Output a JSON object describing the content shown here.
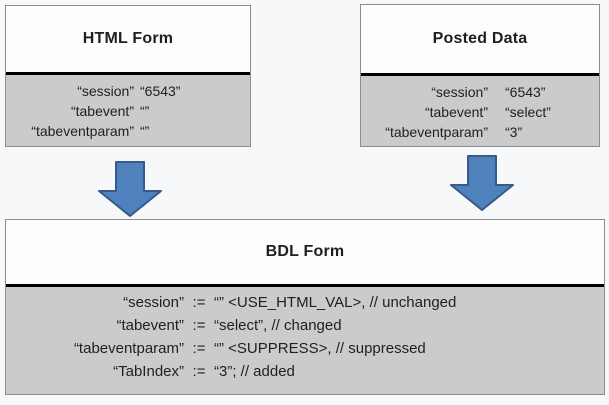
{
  "colors": {
    "background": "#F7F8FA",
    "box_header_bg": "#FDFDFE",
    "box_body_bg": "#CBCBCB",
    "box_border": "#8C8C8C",
    "divider": "#000000",
    "arrow_fill": "#4F81BD",
    "arrow_stroke": "#38598A",
    "text": "#1F1F1F"
  },
  "html_form": {
    "title": "HTML Form",
    "rows": [
      {
        "name": "“session”",
        "value": "“6543”"
      },
      {
        "name": "“tabevent”",
        "value": "“”"
      },
      {
        "name": "“tabeventparam”",
        "value": "“”"
      }
    ]
  },
  "posted_data": {
    "title": "Posted Data",
    "rows": [
      {
        "name": "“session”",
        "value": "“6543”"
      },
      {
        "name": "“tabevent”",
        "value": "“select”"
      },
      {
        "name": "“tabeventparam”",
        "value": "“3”"
      }
    ]
  },
  "bdl_form": {
    "title": "BDL Form",
    "rows": [
      {
        "name": "“session”",
        "op": ":=",
        "value": "“” <USE_HTML_VAL>,",
        "comment": "// unchanged"
      },
      {
        "name": "“tabevent”",
        "op": ":=",
        "value": "“select”,",
        "comment": "// changed"
      },
      {
        "name": "“tabeventparam”",
        "op": ":=",
        "value": "“” <SUPPRESS>,",
        "comment": "// suppressed"
      },
      {
        "name": "“TabIndex”",
        "op": ":=",
        "value": "“3”;",
        "comment": "// added"
      }
    ]
  },
  "icons": {
    "left_arrow": "down-arrow",
    "right_arrow": "down-arrow"
  }
}
